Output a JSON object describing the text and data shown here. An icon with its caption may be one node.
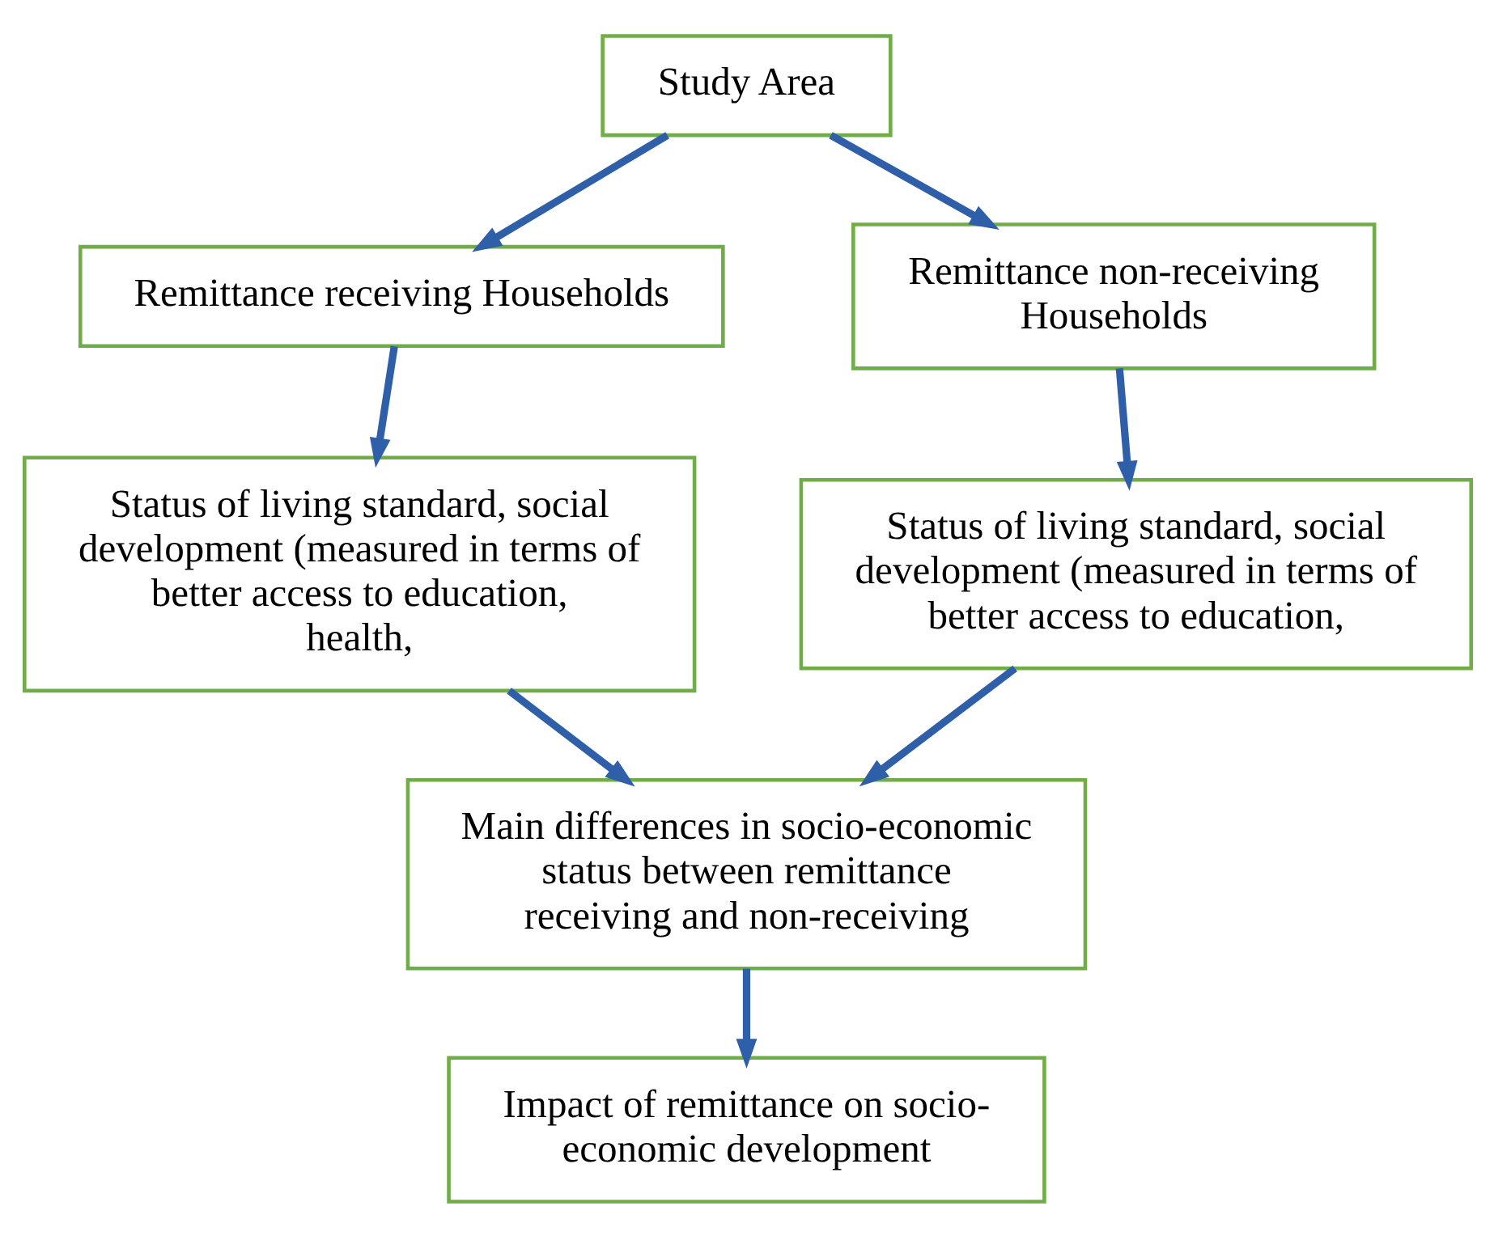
{
  "diagram": {
    "nodes": [
      {
        "text": [
          "Study Area"
        ]
      },
      {
        "text": [
          "Remittance receiving Households"
        ]
      },
      {
        "text": [
          "Remittance non-receiving Households"
        ]
      },
      {
        "text": [
          "Status of living standard, social development (measured in terms of better access to education, health,"
        ]
      },
      {
        "text": [
          "Status of living standard, social development (measured in terms of better access to education,"
        ]
      },
      {
        "text": [
          "Main differences in socio-economic status between remittance receiving and non-receiving"
        ]
      },
      {
        "text": [
          "Impact of remittance on socio-economic development"
        ]
      }
    ],
    "edges": [
      {
        "from": 0,
        "to": 1,
        "arrow": "to"
      },
      {
        "from": 0,
        "to": 2,
        "arrow": "to"
      },
      {
        "from": 1,
        "to": 3,
        "arrow": "to"
      },
      {
        "from": 2,
        "to": 4,
        "arrow": "to"
      },
      {
        "from": 3,
        "to": 5,
        "arrow": "to"
      },
      {
        "from": 4,
        "to": 5,
        "arrow": "to"
      },
      {
        "from": 5,
        "to": 6,
        "arrow": "to"
      }
    ]
  }
}
